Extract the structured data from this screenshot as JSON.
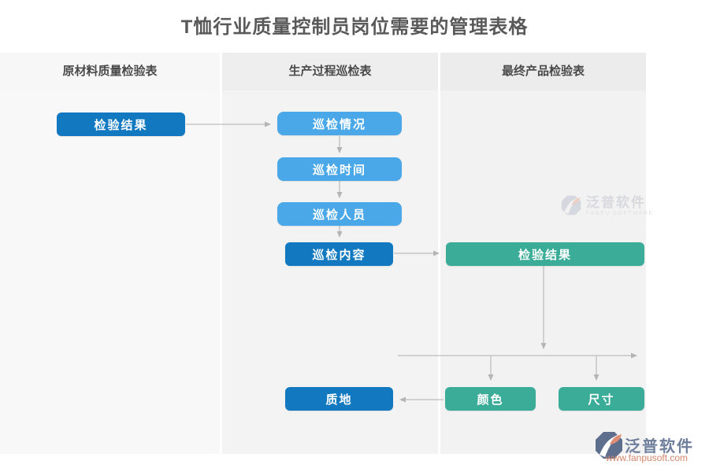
{
  "title": "T恤行业质量控制员岗位需要的管理表格",
  "columns": [
    {
      "id": "raw-material",
      "header": "原材料质量检验表"
    },
    {
      "id": "production-process",
      "header": "生产过程巡检表"
    },
    {
      "id": "final-product",
      "header": "最终产品检验表"
    }
  ],
  "nodes": {
    "raw_inspection_result": "检验结果",
    "patrol_situation": "巡检情况",
    "patrol_time": "巡检时间",
    "patrol_personnel": "巡检人员",
    "patrol_content": "巡检内容",
    "final_inspection_result": "检验结果",
    "texture": "质地",
    "color": "颜色",
    "size": "尺寸"
  },
  "watermark": {
    "brand": "泛普软件",
    "brand_en": "FANPU SOFTWARE"
  },
  "footer": {
    "brand": "泛普软件",
    "website": "www.fanpusoft.com"
  },
  "colors": {
    "node_dark_blue": "#1279c1",
    "node_light_blue": "#4aa8e8",
    "node_green": "#3bac98",
    "arrow_gray": "#bdbdbd",
    "title_text": "#595959",
    "header_text": "#4a4a4a",
    "brand_blue": "#6e7e9b",
    "brand_salmon": "#d2856a"
  }
}
